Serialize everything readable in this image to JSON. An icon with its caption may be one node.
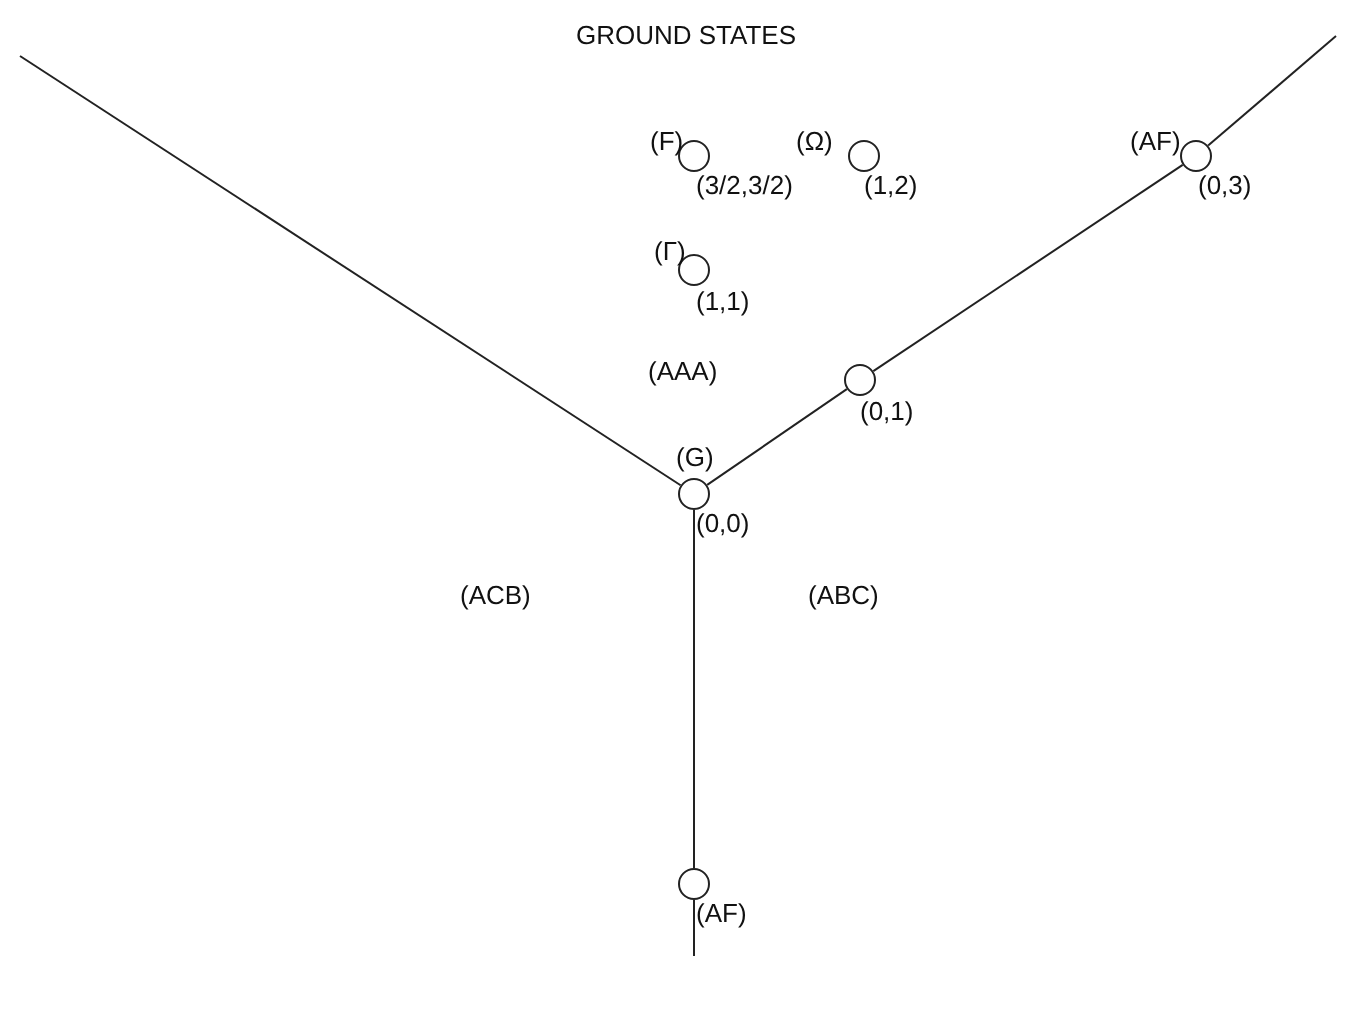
{
  "diagram": {
    "title": "GROUND STATES",
    "nodes": [
      {
        "text": [],
        "shape": "circle",
        "beside": [
          "(F)",
          "(3/2,3/2)"
        ]
      },
      {
        "text": [],
        "shape": "circle",
        "beside": [
          "(Ω)",
          "(1,2)"
        ]
      },
      {
        "text": [],
        "shape": "circle",
        "beside": [
          "(AF)",
          "(0,3)"
        ]
      },
      {
        "text": [],
        "shape": "circle",
        "beside": [
          "(Γ)",
          "(1,1)"
        ]
      },
      {
        "text": [],
        "shape": "circle",
        "beside": [
          "(0,1)"
        ]
      },
      {
        "text": [],
        "shape": "circle",
        "beside": [
          "(G)",
          "(0,0)"
        ]
      },
      {
        "text": [],
        "shape": "circle",
        "beside": [
          "(AF)"
        ]
      }
    ],
    "edges": [
      {
        "from": 5,
        "to": null,
        "arrow": "none"
      },
      {
        "from": 5,
        "to": 4,
        "arrow": "none"
      },
      {
        "from": 4,
        "to": 2,
        "arrow": "none"
      },
      {
        "from": 2,
        "to": null,
        "arrow": "none"
      },
      {
        "from": 5,
        "to": 6,
        "arrow": "none"
      },
      {
        "from": 6,
        "to": null,
        "arrow": "none"
      }
    ],
    "labels": [
      "(AAA)",
      "(ACB)",
      "(ABC)"
    ]
  }
}
